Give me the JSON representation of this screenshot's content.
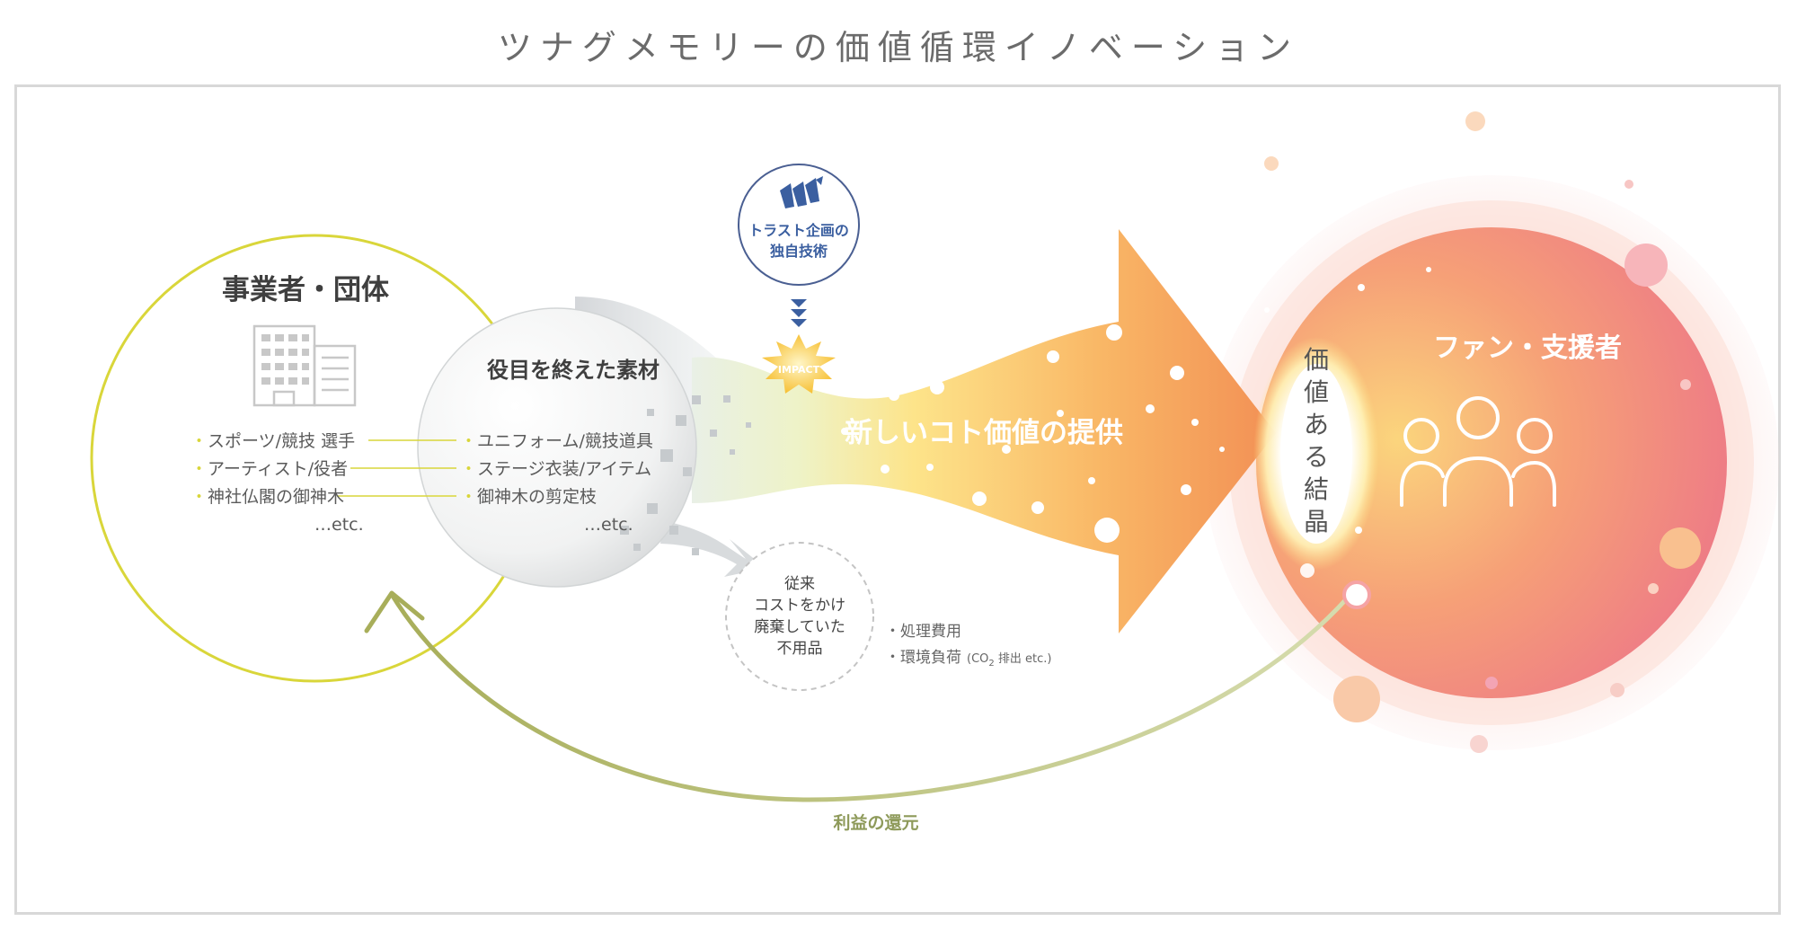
{
  "title": "ツナグメモリーの価値循環イノベーション",
  "business": {
    "heading": "事業者・団体",
    "items": [
      "スポーツ/競技 選手",
      "アーティスト/役者",
      "神社仏閣の御神木"
    ],
    "etc": "…etc."
  },
  "materials": {
    "heading": "役目を終えた素材",
    "items": [
      "ユニフォーム/競技道具",
      "ステージ衣装/アイテム",
      "御神木の剪定枝"
    ],
    "etc": "…etc."
  },
  "technology": {
    "line1": "トラスト企画の",
    "line2": "独自技術",
    "impact": "IMPACT"
  },
  "waste": {
    "lines": [
      "従来",
      "コストをかけ",
      "廃棄していた",
      "不用品"
    ],
    "costs": [
      "・処理費用",
      "・環境負荷"
    ],
    "co2": "(CO",
    "co2_sub": "2",
    "co2_rest": " 排出 etc.)"
  },
  "arrow_label": "新しいコト価値の提供",
  "crystal": [
    "価",
    "値",
    "あ",
    "る",
    "結",
    "晶"
  ],
  "fans": {
    "heading": "ファン・支援者"
  },
  "return_label": "利益の還元",
  "colors": {
    "lime": "#d9d63a",
    "olive": "#9aa654",
    "navy": "#3b5fa0",
    "orange": "#f5a254",
    "pink": "#ec7a8a"
  },
  "icons": [
    "building-icon",
    "wings-logo-icon",
    "people-group-icon"
  ]
}
